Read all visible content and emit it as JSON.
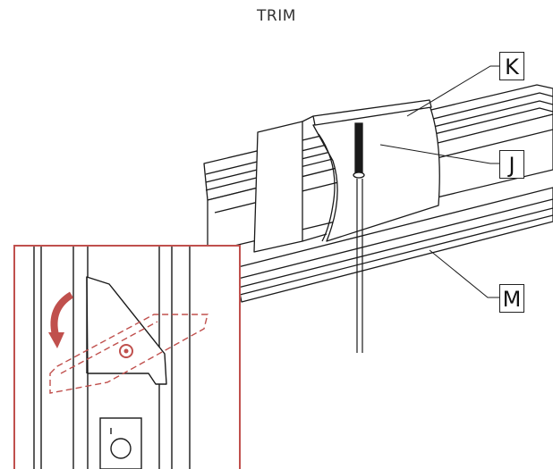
{
  "title": "TRIM",
  "callouts": {
    "k": "K",
    "j": "J",
    "m": "M"
  },
  "colors": {
    "line": "#1a1a1a",
    "accent": "#c0504d",
    "background": "#ffffff"
  },
  "detail": {
    "rotation_arrow": "counterclockwise"
  }
}
